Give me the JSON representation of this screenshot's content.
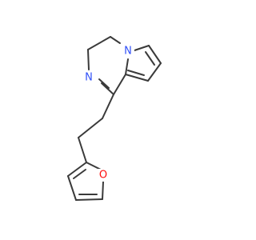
{
  "molecule": {
    "atoms": [
      {
        "symbol": "N",
        "color": "#3050f8"
      },
      {
        "symbol": "N",
        "color": "#3050f8"
      },
      {
        "symbol": "O",
        "color": "#ff0d0d"
      }
    ],
    "bond_color": "#3a3a3a",
    "background": "#ffffff"
  }
}
